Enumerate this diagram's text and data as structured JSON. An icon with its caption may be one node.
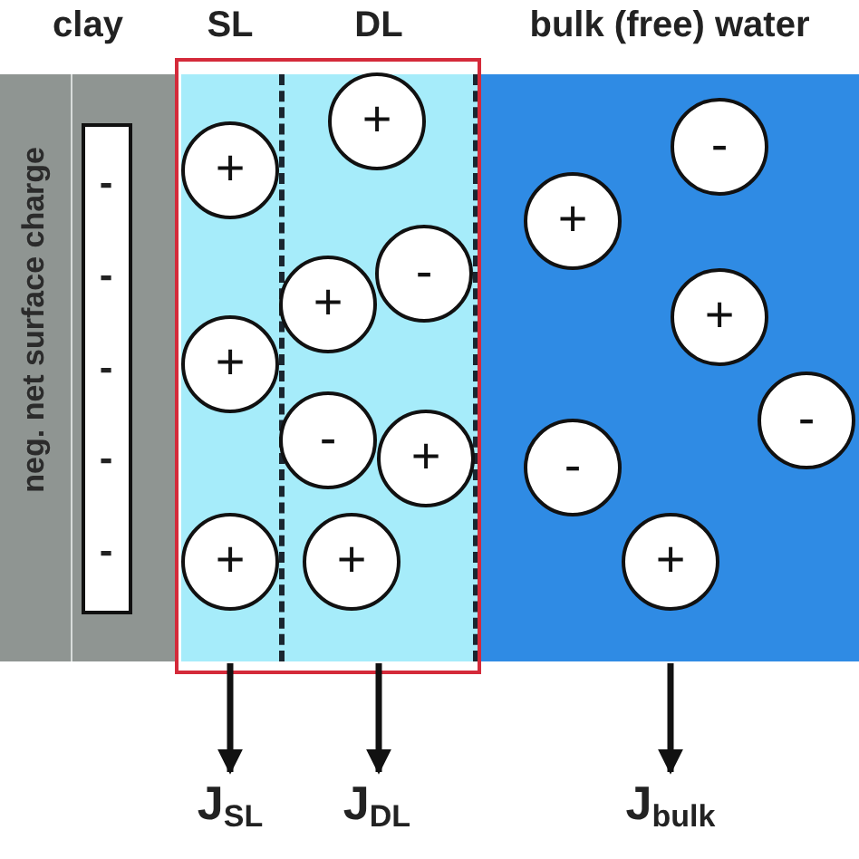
{
  "diagram": {
    "nodes": [
      {
        "text": [
          "clay",
          "neg. net surface charge"
        ]
      },
      {
        "text": [
          "-",
          "-",
          "-",
          "-",
          "-"
        ],
        "in": 0
      },
      {
        "text": [
          "SL"
        ]
      },
      {
        "text": [
          "DL"
        ]
      },
      {
        "text": [
          "bulk (free) water"
        ]
      },
      {
        "text": [
          "+"
        ],
        "in": 2
      },
      {
        "text": [
          "+"
        ],
        "in": 2
      },
      {
        "text": [
          "+"
        ],
        "in": 2
      },
      {
        "text": [
          "+"
        ],
        "in": 3
      },
      {
        "text": [
          "-"
        ],
        "in": 3
      },
      {
        "text": [
          "+"
        ],
        "in": 3
      },
      {
        "text": [
          "-"
        ],
        "in": 3
      },
      {
        "text": [
          "+"
        ],
        "in": 3
      },
      {
        "text": [
          "+"
        ],
        "in": 3
      },
      {
        "text": [
          "-"
        ],
        "in": 4
      },
      {
        "text": [
          "+"
        ],
        "in": 4
      },
      {
        "text": [
          "+"
        ],
        "in": 4
      },
      {
        "text": [
          "-"
        ],
        "in": 4
      },
      {
        "text": [
          "-"
        ],
        "in": 4
      },
      {
        "text": [
          "+"
        ],
        "in": 4
      },
      {
        "text": [
          "J$_{SL}$"
        ]
      },
      {
        "text": [
          "J$_{DL}$"
        ]
      },
      {
        "text": [
          "J$_{bulk}$"
        ]
      }
    ],
    "edges": [
      {
        "from": 2,
        "to": 20,
        "arrow": "to"
      },
      {
        "from": 3,
        "to": 21,
        "arrow": "to"
      },
      {
        "from": 4,
        "to": 22,
        "arrow": "to"
      }
    ]
  }
}
